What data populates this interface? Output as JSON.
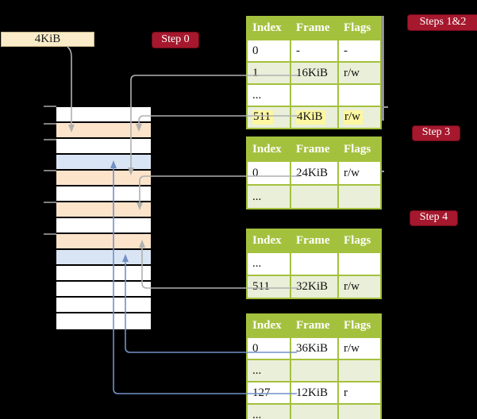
{
  "legend_box": {
    "label": "4KiB"
  },
  "badges": {
    "step0": "Step 0",
    "steps12": "Steps 1&2",
    "step3": "Step 3",
    "step4": "Step 4"
  },
  "colors": {
    "header_green": "#a4c13e",
    "row_shade_green": "#e9efd8",
    "memory_peach": "#fce4cb",
    "memory_blue": "#d9e5f4",
    "legend_cream": "#faecc8",
    "badge_red": "#a5182d",
    "highlight_yellow": "#fdf7a1",
    "arrow_gray": "#b0b0b0",
    "arrow_blue": "#7291c5"
  },
  "memory_column": {
    "row_colors": [
      "white",
      "peach",
      "white",
      "blue",
      "peach",
      "white",
      "peach",
      "white",
      "peach",
      "blue",
      "white",
      "white",
      "white",
      "white"
    ]
  },
  "tables": [
    {
      "id": "page-table-steps-1-2",
      "headers": [
        "Index",
        "Frame",
        "Flags"
      ],
      "rows": [
        {
          "cells": [
            "0",
            "-",
            "-"
          ],
          "shaded": false,
          "highlighted": false
        },
        {
          "cells": [
            "1",
            "16KiB",
            "r/w"
          ],
          "shaded": true,
          "highlighted": false
        },
        {
          "cells": [
            "...",
            "",
            ""
          ],
          "shaded": false,
          "highlighted": false
        },
        {
          "cells": [
            "511",
            "4KiB",
            "r/w"
          ],
          "shaded": true,
          "highlighted": true
        }
      ]
    },
    {
      "id": "page-table-step-3",
      "headers": [
        "Index",
        "Frame",
        "Flags"
      ],
      "rows": [
        {
          "cells": [
            "0",
            "24KiB",
            "r/w"
          ],
          "shaded": false,
          "highlighted": false
        },
        {
          "cells": [
            "...",
            "",
            ""
          ],
          "shaded": true,
          "highlighted": false
        }
      ]
    },
    {
      "id": "page-table-step-4",
      "headers": [
        "Index",
        "Frame",
        "Flags"
      ],
      "rows": [
        {
          "cells": [
            "...",
            "",
            ""
          ],
          "shaded": false,
          "highlighted": false
        },
        {
          "cells": [
            "511",
            "32KiB",
            "r/w"
          ],
          "shaded": true,
          "highlighted": false
        }
      ]
    },
    {
      "id": "page-table-final",
      "headers": [
        "Index",
        "Frame",
        "Flags"
      ],
      "rows": [
        {
          "cells": [
            "0",
            "36KiB",
            "r/w"
          ],
          "shaded": false,
          "highlighted": false
        },
        {
          "cells": [
            "...",
            "",
            ""
          ],
          "shaded": true,
          "highlighted": false
        },
        {
          "cells": [
            "127",
            "12KiB",
            "r"
          ],
          "shaded": false,
          "highlighted": false
        },
        {
          "cells": [
            "...",
            "",
            ""
          ],
          "shaded": true,
          "highlighted": false
        }
      ]
    }
  ]
}
